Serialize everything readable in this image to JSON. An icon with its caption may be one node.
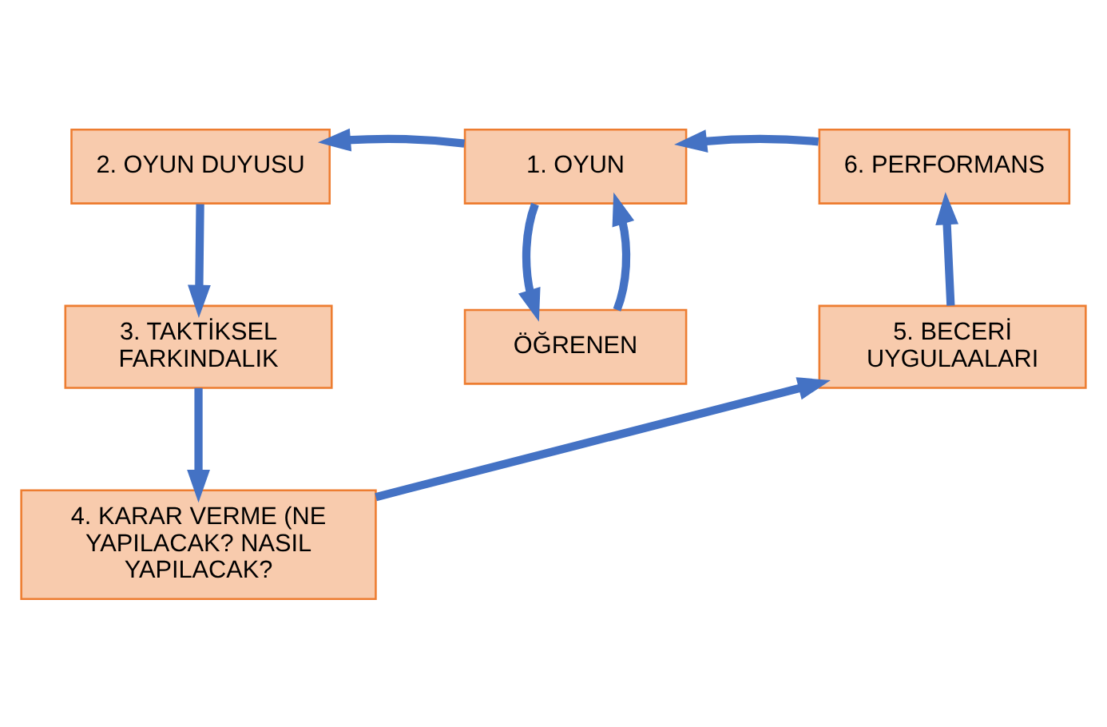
{
  "diagram": {
    "nodes": [
      {
        "text": [
          "1. OYUN"
        ]
      },
      {
        "text": [
          "2. OYUN DUYUSU"
        ]
      },
      {
        "text": [
          "6. PERFORMANS"
        ]
      },
      {
        "text": [
          "ÖĞRENEN"
        ]
      },
      {
        "text": [
          "3. TAKTİKSEL FARKINDALIK"
        ]
      },
      {
        "text": [
          "5. BECERİ UYGULAALARI"
        ]
      },
      {
        "text": [
          "4. KARAR VERME (NE YAPILACAK? NASIL YAPILACAK?"
        ]
      }
    ],
    "edges": [
      {
        "from": 0,
        "to": 1,
        "arrow": "to"
      },
      {
        "from": 1,
        "to": 4,
        "arrow": "to"
      },
      {
        "from": 4,
        "to": 6,
        "arrow": "to"
      },
      {
        "from": 6,
        "to": 5,
        "arrow": "to"
      },
      {
        "from": 5,
        "to": 2,
        "arrow": "to"
      },
      {
        "from": 2,
        "to": 0,
        "arrow": "to"
      },
      {
        "from": 0,
        "to": 3,
        "arrow": "to"
      },
      {
        "from": 3,
        "to": 0,
        "arrow": "to"
      }
    ]
  }
}
